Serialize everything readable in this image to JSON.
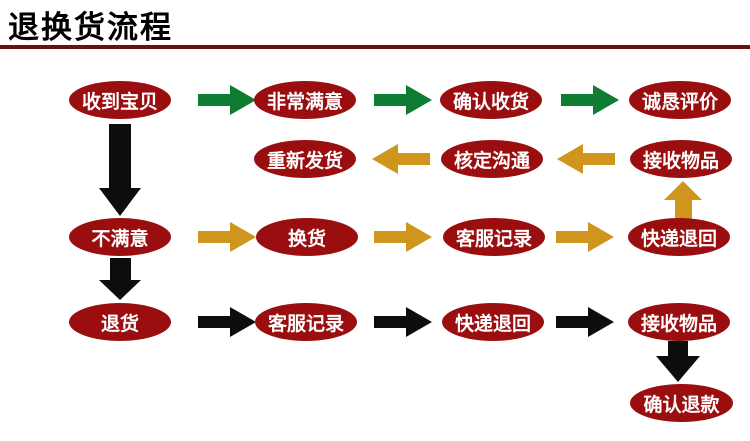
{
  "title": "退换货流程",
  "colors": {
    "background": "#ffffff",
    "node_fill": "#9a0e10",
    "node_text": "#ffffff",
    "green_arrow": "#0e7d31",
    "gold_arrow": "#cf951c",
    "black_arrow": "#0d0d0d",
    "title_color": "#000000",
    "title_rule": "#6d0f12"
  },
  "nodes": {
    "receive_item": "收到宝贝",
    "very_satisfied": "非常满意",
    "confirm_receipt": "确认收货",
    "sincere_review": "诚恳评价",
    "reship": "重新发货",
    "verify_communicate": "核定沟通",
    "receive_goods_exchange": "接收物品",
    "unsatisfied": "不满意",
    "exchange_goods": "换货",
    "service_record_exchange": "客服记录",
    "courier_return_exchange": "快递退回",
    "return_goods": "退货",
    "service_record_return": "客服记录",
    "courier_return_return": "快递退回",
    "receive_goods_return": "接收物品",
    "confirm_refund": "确认退款"
  },
  "connections": [
    {
      "from": "receive_item",
      "to": "very_satisfied",
      "color": "green",
      "direction": "right"
    },
    {
      "from": "very_satisfied",
      "to": "confirm_receipt",
      "color": "green",
      "direction": "right"
    },
    {
      "from": "confirm_receipt",
      "to": "sincere_review",
      "color": "green",
      "direction": "right"
    },
    {
      "from": "receive_goods_exchange",
      "to": "verify_communicate",
      "color": "gold",
      "direction": "left"
    },
    {
      "from": "verify_communicate",
      "to": "reship",
      "color": "gold",
      "direction": "left"
    },
    {
      "from": "receive_item",
      "to": "unsatisfied",
      "color": "black",
      "direction": "down"
    },
    {
      "from": "unsatisfied",
      "to": "exchange_goods",
      "color": "gold",
      "direction": "right"
    },
    {
      "from": "exchange_goods",
      "to": "service_record_exchange",
      "color": "gold",
      "direction": "right"
    },
    {
      "from": "service_record_exchange",
      "to": "courier_return_exchange",
      "color": "gold",
      "direction": "right"
    },
    {
      "from": "courier_return_exchange",
      "to": "receive_goods_exchange",
      "color": "gold",
      "direction": "up"
    },
    {
      "from": "unsatisfied",
      "to": "return_goods",
      "color": "black",
      "direction": "down"
    },
    {
      "from": "return_goods",
      "to": "service_record_return",
      "color": "black",
      "direction": "right"
    },
    {
      "from": "service_record_return",
      "to": "courier_return_return",
      "color": "black",
      "direction": "right"
    },
    {
      "from": "courier_return_return",
      "to": "receive_goods_return",
      "color": "black",
      "direction": "right"
    },
    {
      "from": "receive_goods_return",
      "to": "confirm_refund",
      "color": "black",
      "direction": "down"
    }
  ]
}
